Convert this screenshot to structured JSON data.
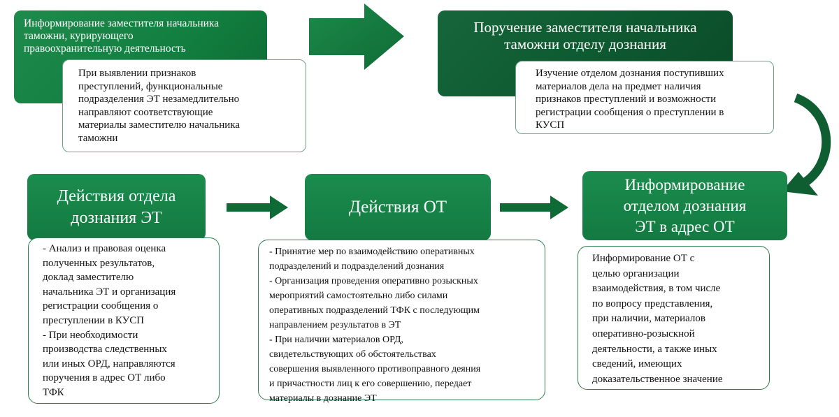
{
  "top_left": {
    "header": "Информирование заместителя начальника\nтаможни, курирующего\nправоохранительную деятельность",
    "detail": "При выявлении признаков\nпреступлений, функциональные\nподразделения ЭТ незамедлительно\nнаправляют соответствующие\nматериалы заместителю начальника\nтаможни"
  },
  "top_right": {
    "header": "Поручение заместителя начальника\nтаможни отделу дознания",
    "detail": "Изучение отделом дознания поступивших\nматериалов дела на предмет наличия\nпризнаков преступлений и возможности\nрегистрации сообщения о преступлении в\nКУСП"
  },
  "bottom_left": {
    "header": "Действия отдела\nдознания ЭТ",
    "detail": "- Анализ и правовая оценка\nполученных результатов,\nдоклад заместителю\nначальника ЭТ и организация\nрегистрации сообщения о\nпреступлении в КУСП\n- При необходимости\nпроизводства следственных\nили иных ОРД, направляются\nпоручения в адрес ОТ либо\nТФК"
  },
  "bottom_middle": {
    "header": "Действия ОТ",
    "detail": "- Принятие мер по взаимодействию оперативных\nподразделений и подразделений дознания\n- Организация проведения оперативно розыскных\nмероприятий самостоятельно либо силами\nоперативных подразделений ТФК с последующим\nнаправлением результатов в ЭТ\n- При наличии материалов ОРД,\nсвидетельствующих об обстоятельствах\nсовершения выявленного противоправного деяния\nи причастности лиц к его совершению, передает\nматериалы в дознание ЭТ"
  },
  "bottom_right": {
    "header": "Информирование\nотделом дознания\nЭТ в адрес ОТ",
    "detail": "Информирование ОТ с\nцелью организации\nвзаимодействия, в том числе\nпо вопросу представления,\nпри наличии, материалов\nоперативно-розыскной\nдеятельности, а также иных\nсведений, имеющих\nдоказательственное значение"
  },
  "colors": {
    "green_primary": "#128040",
    "green_dark": "#0e5a31",
    "border_green": "#2f7d4f"
  }
}
